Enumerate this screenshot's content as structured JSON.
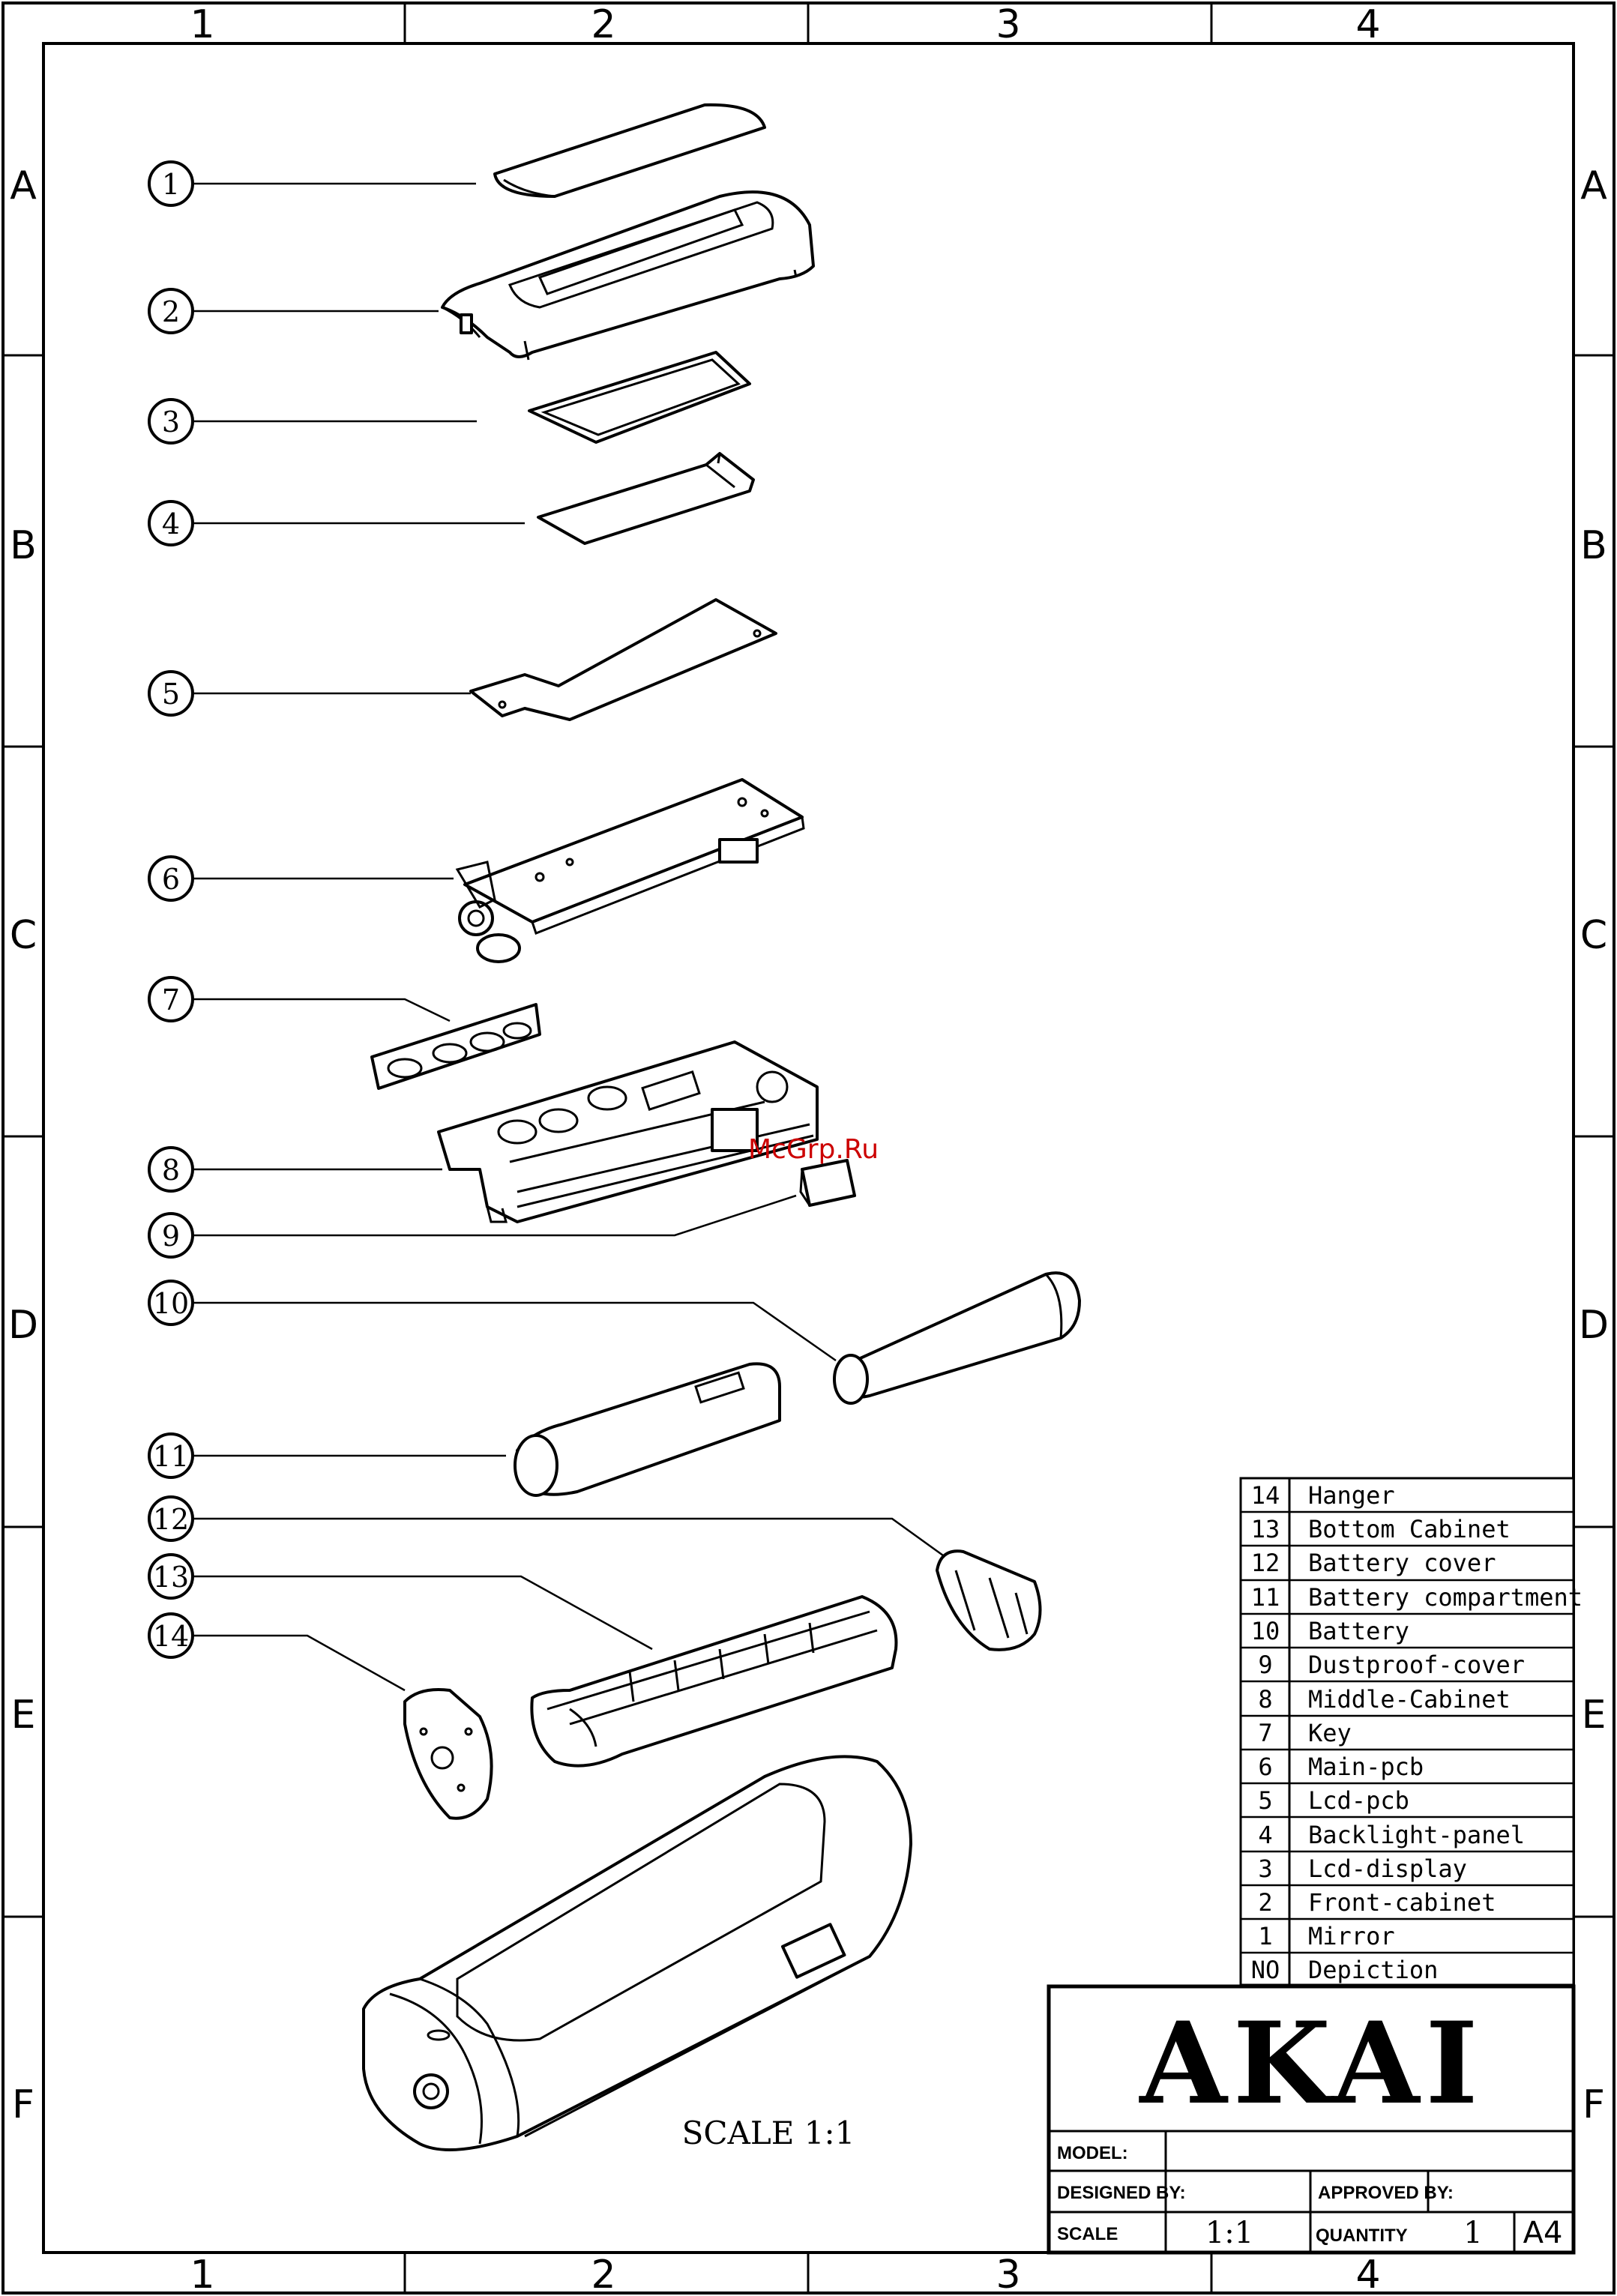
{
  "grid": {
    "columns": [
      "1",
      "2",
      "3",
      "4"
    ],
    "rows": [
      "A",
      "B",
      "C",
      "D",
      "E",
      "F"
    ]
  },
  "parts_list": {
    "header": {
      "no": "NO",
      "depiction": "Depiction"
    },
    "items": [
      {
        "no": "14",
        "name": "Hanger"
      },
      {
        "no": "13",
        "name": "Bottom Cabinet"
      },
      {
        "no": "12",
        "name": "Battery cover"
      },
      {
        "no": "11",
        "name": "Battery compartment"
      },
      {
        "no": "10",
        "name": "Battery"
      },
      {
        "no": "9",
        "name": "Dustproof-cover"
      },
      {
        "no": "8",
        "name": "Middle-Cabinet"
      },
      {
        "no": "7",
        "name": "Key"
      },
      {
        "no": "6",
        "name": "Main-pcb"
      },
      {
        "no": "5",
        "name": "Lcd-pcb"
      },
      {
        "no": "4",
        "name": "Backlight-panel"
      },
      {
        "no": "3",
        "name": "Lcd-display"
      },
      {
        "no": "2",
        "name": "Front-cabinet"
      },
      {
        "no": "1",
        "name": "Mirror"
      }
    ]
  },
  "callouts": [
    "1",
    "2",
    "3",
    "4",
    "5",
    "6",
    "7",
    "8",
    "9",
    "10",
    "11",
    "12",
    "13",
    "14"
  ],
  "title_block": {
    "brand": "AKAI",
    "model_label": "MODEL:",
    "model_value": "",
    "designed_by_label": "DESIGNED BY:",
    "approved_by_label": "APPROVED BY:",
    "scale_label": "SCALE",
    "scale_value": "1:1",
    "quantity_label": "QUANTITY",
    "quantity_value": "1",
    "sheet_size": "A4"
  },
  "scale_note": "SCALE 1:1",
  "watermark": "McGrp.Ru",
  "colors": {
    "ink": "#000000",
    "paper": "#ffffff",
    "watermark": "#cc0000"
  }
}
